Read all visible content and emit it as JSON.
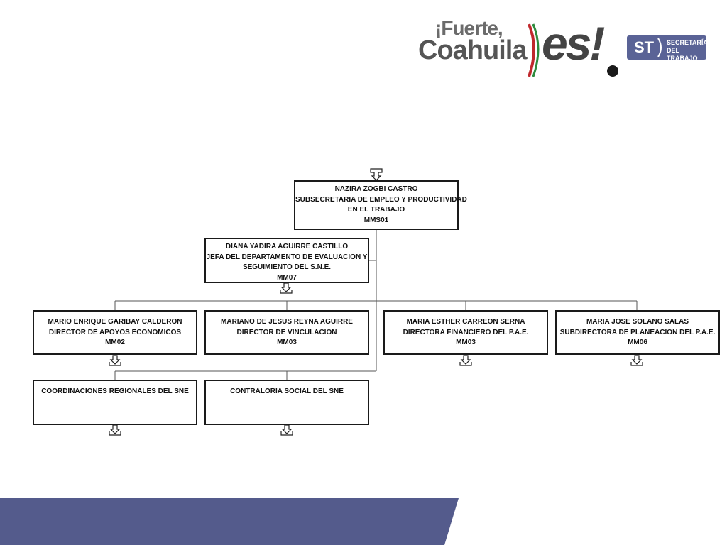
{
  "logo": {
    "line1": "¡Fuerte,",
    "line2": "Coahuila",
    "word": "es!",
    "badge_abbr": "ST",
    "badge_line1": "SECRETARÍA",
    "badge_line2": "DEL TRABAJO"
  },
  "org_chart": {
    "root": {
      "name": "NAZIRA ZOGBI CASTRO",
      "title1": "SUBSECRETARIA DE EMPLEO Y PRODUCTIVIDAD",
      "title2": "EN EL TRABAJO",
      "code": "MMS01"
    },
    "assistant": {
      "name": "DIANA YADIRA AGUIRRE CASTILLO",
      "title1": "JEFA DEL DEPARTAMENTO DE EVALUACION Y",
      "title2": "SEGUIMIENTO DEL S.N.E.",
      "code": "MM07"
    },
    "directors": [
      {
        "name": "MARIO ENRIQUE GARIBAY CALDERON",
        "title": "DIRECTOR DE APOYOS ECONOMICOS",
        "code": "MM02"
      },
      {
        "name": "MARIANO DE JESUS REYNA AGUIRRE",
        "title": "DIRECTOR DE VINCULACION",
        "code": "MM03"
      },
      {
        "name": "MARIA ESTHER CARREON SERNA",
        "title": "DIRECTORA FINANCIERO DEL P.A.E.",
        "code": "MM03"
      },
      {
        "name": "MARIA JOSE SOLANO SALAS",
        "title": "SUBDIRECTORA DE PLANEACION DEL P.A.E.",
        "code": "MM06"
      }
    ],
    "units": [
      {
        "name": "COORDINACIONES REGIONALES DEL SNE"
      },
      {
        "name": "CONTRALORIA SOCIAL DEL SNE"
      }
    ]
  },
  "colors": {
    "footer_band": "#545b8c",
    "box_border": "#1a1a1a",
    "connector": "#555555",
    "logo_green": "#2e8b3e",
    "logo_red": "#c0282d"
  }
}
